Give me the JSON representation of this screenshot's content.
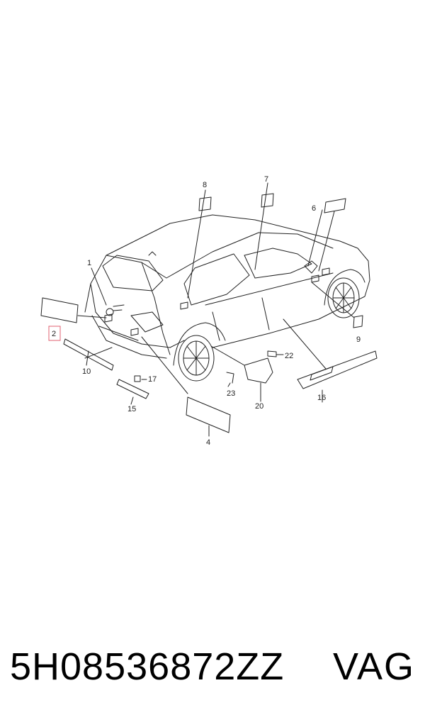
{
  "diagram": {
    "callouts": [
      {
        "key": "c1",
        "label": "1"
      },
      {
        "key": "c2",
        "label": "2",
        "highlighted": true
      },
      {
        "key": "c4",
        "label": "4"
      },
      {
        "key": "c6",
        "label": "6"
      },
      {
        "key": "c7",
        "label": "7"
      },
      {
        "key": "c8",
        "label": "8"
      },
      {
        "key": "c9",
        "label": "9"
      },
      {
        "key": "c10",
        "label": "10"
      },
      {
        "key": "c15",
        "label": "15"
      },
      {
        "key": "c16",
        "label": "16"
      },
      {
        "key": "c17",
        "label": "17"
      },
      {
        "key": "c20",
        "label": "20"
      },
      {
        "key": "c22",
        "label": "22"
      },
      {
        "key": "c23",
        "label": "23"
      }
    ],
    "highlight_color": "#e06070",
    "line_color": "#222222"
  },
  "footer": {
    "part_number": "5H08536872ZZ",
    "brand": "VAG"
  }
}
